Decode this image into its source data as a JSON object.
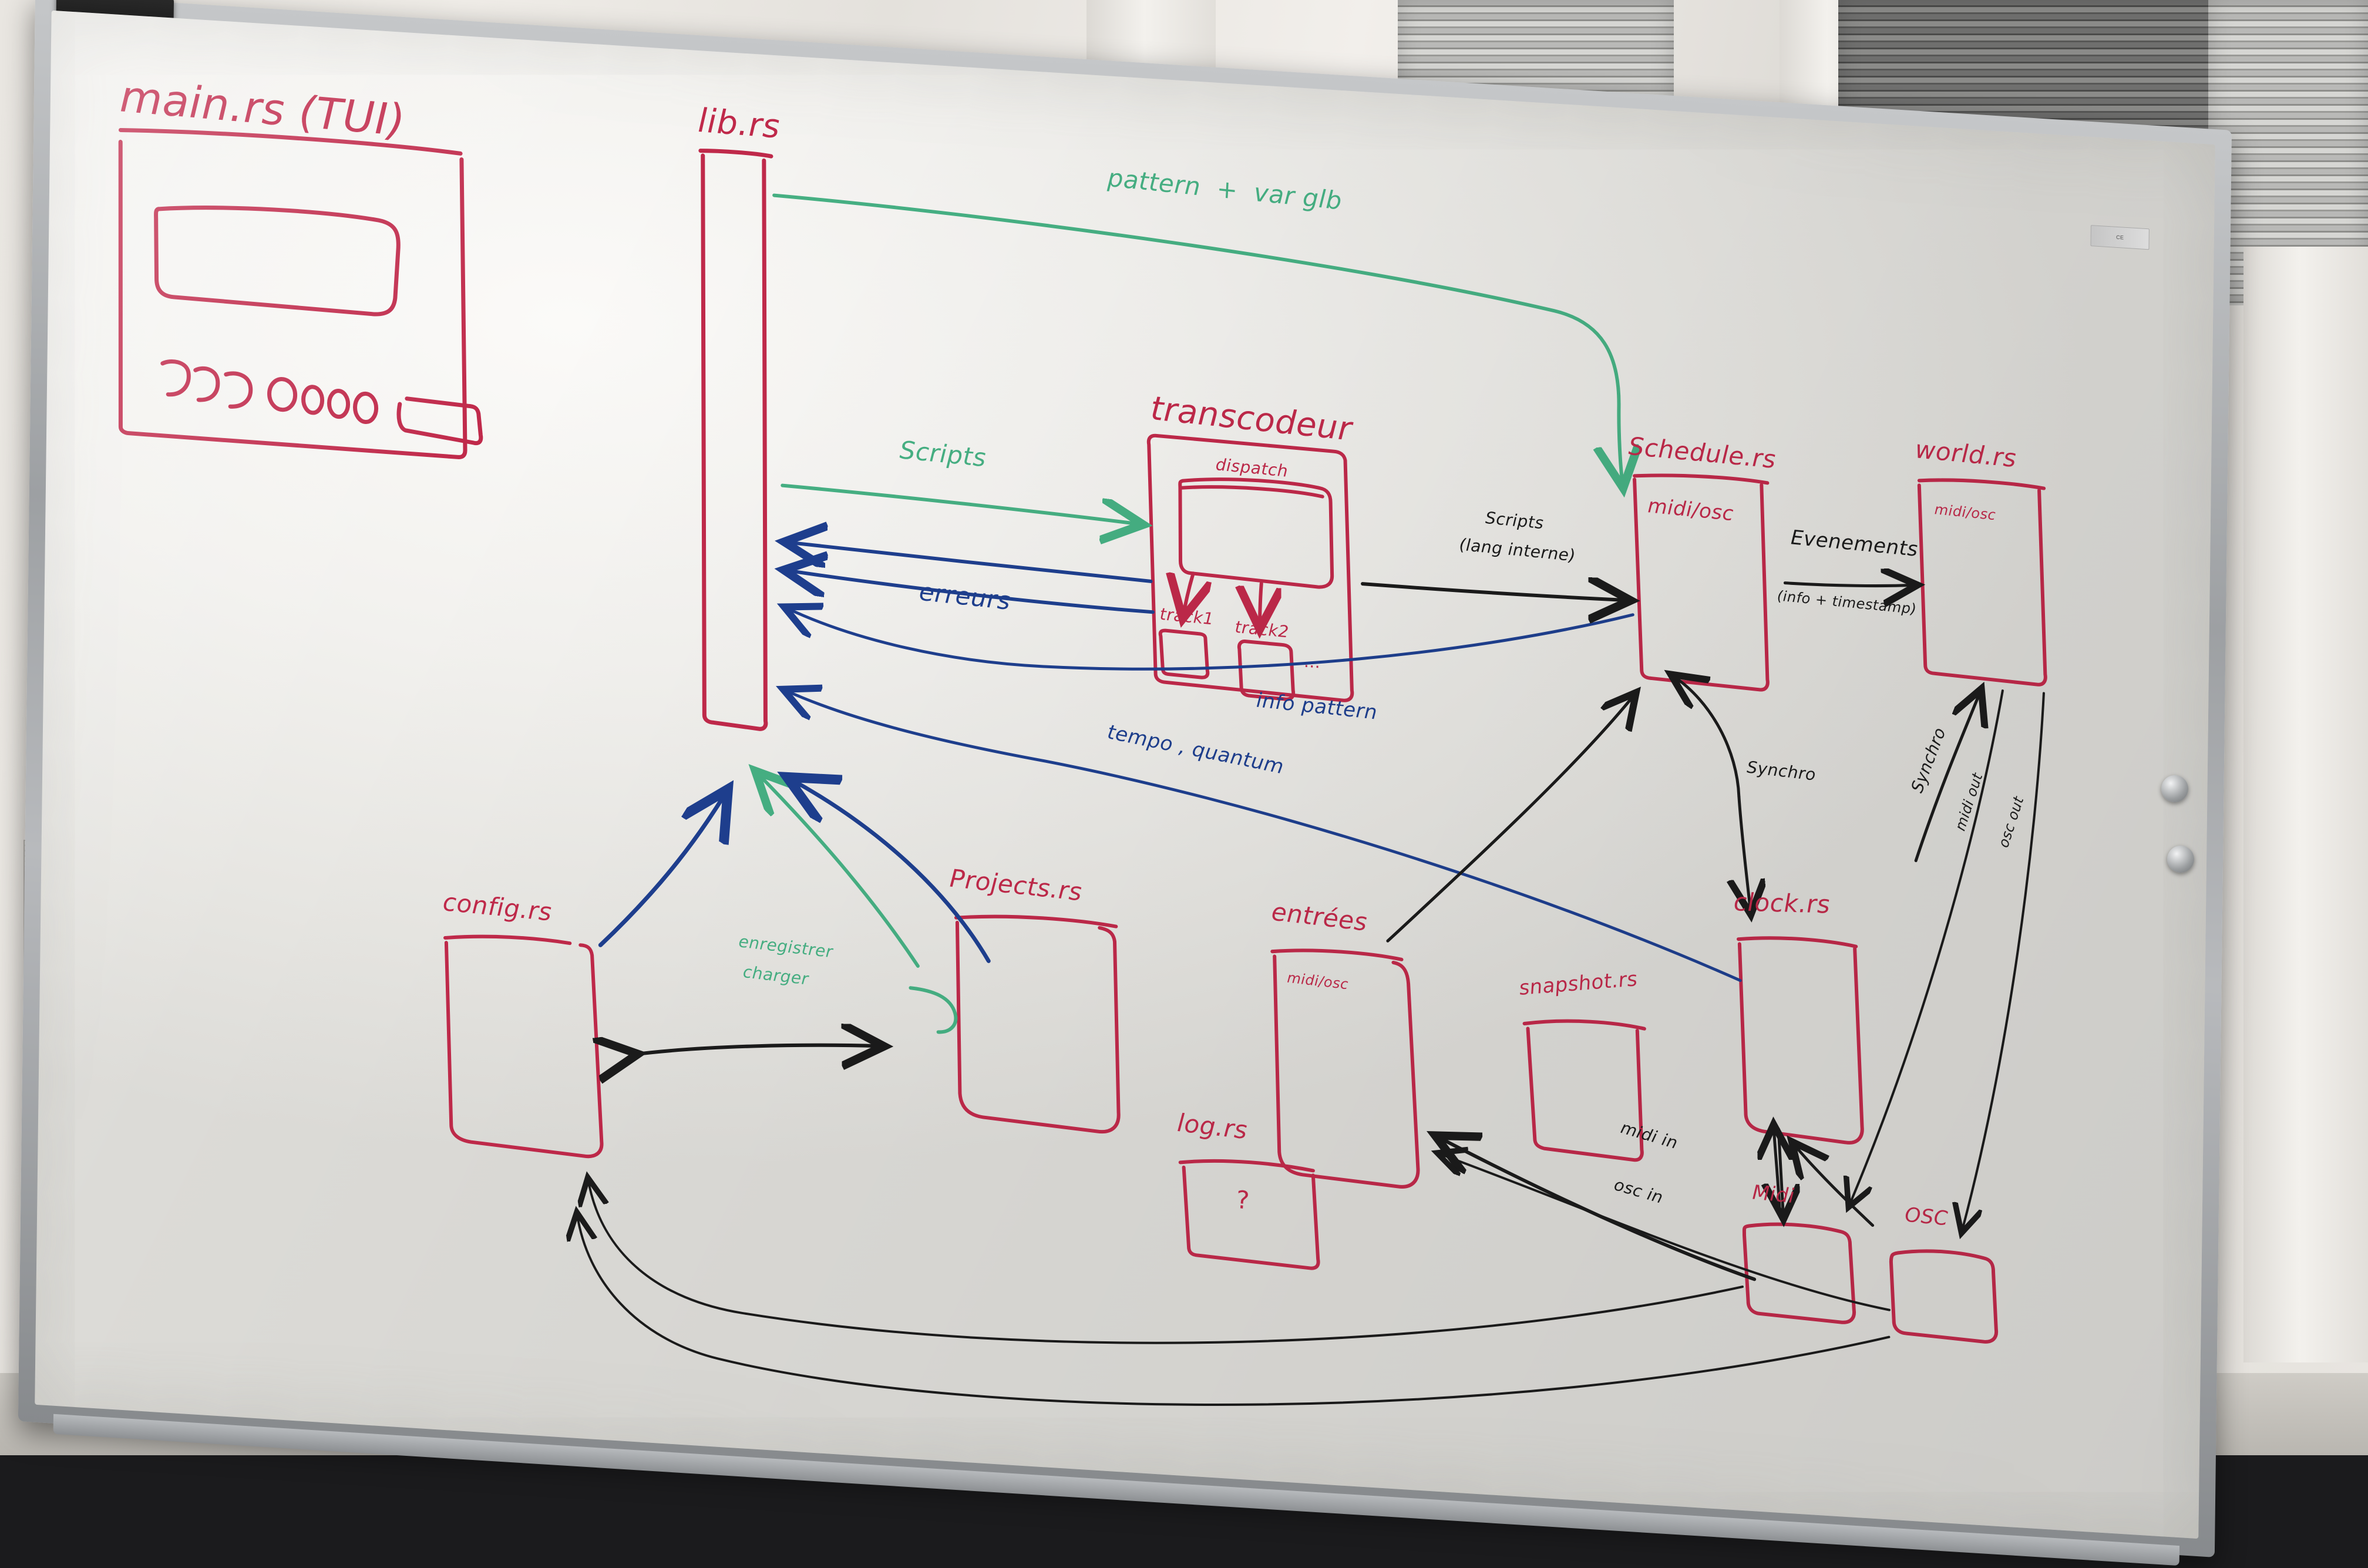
{
  "scene": {
    "type": "photo-of-whiteboard",
    "subject": "software architecture sketch of a Rust audio/MIDI sequencer",
    "ink_colors": {
      "red": "#c0294a",
      "green": "#46b083",
      "blue": "#1e3f8f",
      "black": "#1b1b1b"
    },
    "board_sticker": "CE"
  },
  "nodes": {
    "main": {
      "label": "main.rs (TUI)",
      "color": "red"
    },
    "lib": {
      "label": "lib.rs",
      "color": "red"
    },
    "transcodeur": {
      "label": "transcodeur",
      "color": "red",
      "inner": {
        "dispatch": "dispatch",
        "track1": "track1",
        "track2": "track2",
        "more": "..."
      }
    },
    "schedule": {
      "label": "Schedule.rs",
      "sub": "midi/osc",
      "color": "red"
    },
    "world": {
      "label": "world.rs",
      "sub": "midi/osc",
      "color": "red"
    },
    "config": {
      "label": "config.rs",
      "color": "red"
    },
    "projects": {
      "label": "Projects.rs",
      "color": "red"
    },
    "log": {
      "label": "log.rs",
      "inner": "?",
      "color": "red"
    },
    "entrees": {
      "label": "entrées",
      "sub": "midi/osc",
      "color": "red"
    },
    "snapshot": {
      "label": "snapshot.rs",
      "color": "red"
    },
    "clock": {
      "label": "clock.rs",
      "color": "red"
    },
    "midi_out_box": {
      "label": "Midi",
      "color": "red"
    },
    "osc_out_box": {
      "label": "OSC",
      "color": "red"
    }
  },
  "edges": [
    {
      "id": "pattern-varglb",
      "label": "pattern  +  var glb",
      "color": "green",
      "from": "lib",
      "to": "schedule"
    },
    {
      "id": "scripts-green",
      "label": "Scripts",
      "color": "green",
      "from": "lib",
      "to": "transcodeur"
    },
    {
      "id": "erreurs",
      "label": "erreurs",
      "color": "blue",
      "from": "transcodeur",
      "to": "lib"
    },
    {
      "id": "info-pattern",
      "label": "info pattern",
      "color": "blue",
      "from": "schedule",
      "to": "lib"
    },
    {
      "id": "tempo-quantum",
      "label": "tempo , quantum",
      "color": "blue",
      "from": "clock",
      "to": "lib"
    },
    {
      "id": "scripts-interne",
      "label": "Scripts\n(lang interne)",
      "color": "black",
      "from": "transcodeur",
      "to": "schedule"
    },
    {
      "id": "evenements",
      "label": "Evenements\n(info + timestamp)",
      "color": "black",
      "from": "schedule",
      "to": "world"
    },
    {
      "id": "synchro-1",
      "label": "Synchro",
      "color": "black",
      "from": "clock",
      "to": "schedule"
    },
    {
      "id": "synchro-2",
      "label": "Synchro",
      "color": "black",
      "from": "clock",
      "to": "world"
    },
    {
      "id": "midi-out",
      "label": "midi out",
      "color": "black",
      "from": "world",
      "to": "midi_out_box"
    },
    {
      "id": "osc-out",
      "label": "osc out",
      "color": "black",
      "from": "world",
      "to": "osc_out_box"
    },
    {
      "id": "midi-in",
      "label": "midi in",
      "color": "black",
      "from": "midi_out_box",
      "to": "entrees"
    },
    {
      "id": "osc-in",
      "label": "osc in",
      "color": "black",
      "from": "osc_out_box",
      "to": "entrees"
    },
    {
      "id": "enregistrer-charger",
      "label": "enregistrer\ncharger",
      "color": "green",
      "from": "projects",
      "to": "lib"
    },
    {
      "id": "config-lib",
      "label": "",
      "color": "blue",
      "from": "config",
      "to": "lib"
    },
    {
      "id": "config-projects",
      "label": "",
      "color": "black",
      "from": "config",
      "to": "projects"
    },
    {
      "id": "bottom-sweep-1",
      "label": "",
      "color": "black",
      "from": "midi_out_box",
      "to": "config"
    },
    {
      "id": "bottom-sweep-2",
      "label": "",
      "color": "black",
      "from": "osc_out_box",
      "to": "config"
    }
  ],
  "labels": {
    "pattern_varglb": "pattern  +  var glb",
    "scripts_green": "Scripts",
    "erreurs": "erreurs",
    "info_pattern": "info pattern",
    "tempo_quantum": "tempo , quantum",
    "scripts_interne_l1": "Scripts",
    "scripts_interne_l2": "(lang interne)",
    "evenements_l1": "Evenements",
    "evenements_l2": "(info + timestamp)",
    "synchro": "Synchro",
    "synchro_diag": "Synchro",
    "midi_out": "midi out",
    "osc_out": "osc out",
    "midi_in": "midi in",
    "osc_in": "osc in",
    "enregistrer": "enregistrer",
    "charger": "charger",
    "dispatch": "dispatch",
    "track1": "track1",
    "track2": "track2",
    "ellipsis": "...",
    "question": "?",
    "midi_osc": "midi/osc",
    "main_rs": "main.rs (TUI)",
    "lib_rs": "lib.rs",
    "transcodeur": "transcodeur",
    "schedule_rs": "Schedule.rs",
    "world_rs": "world.rs",
    "config_rs": "config.rs",
    "projects_rs": "Projects.rs",
    "log_rs": "log.rs",
    "entrees": "entrées",
    "snapshot_rs": "snapshot.rs",
    "clock_rs": "clock.rs",
    "midi_box": "Midi",
    "osc_box": "OSC"
  }
}
